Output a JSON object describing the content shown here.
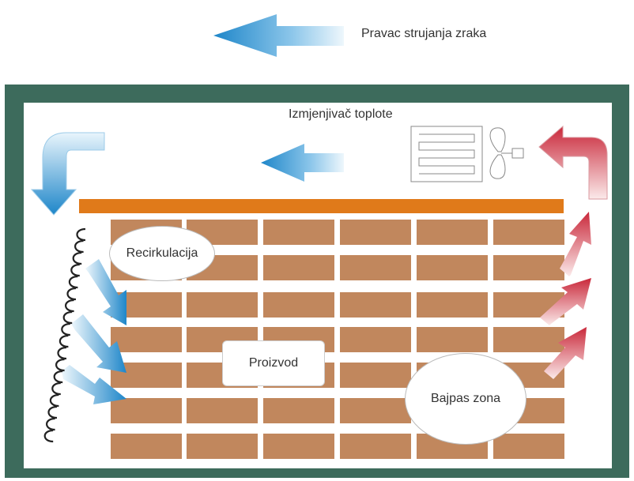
{
  "labels": {
    "airflow": "Pravac strujanja zraka",
    "heat_exchanger": "Izmjenjivač toplote",
    "recirculation": "Recirkulacija",
    "product": "Proizvod",
    "bypass": "Bajpas zona"
  },
  "colors": {
    "wall": "#3d6b5c",
    "beam": "#e07a1a",
    "brick": "#c1875d",
    "cold_arrow": "#1e86c9",
    "warm_arrow": "#c9283a"
  }
}
